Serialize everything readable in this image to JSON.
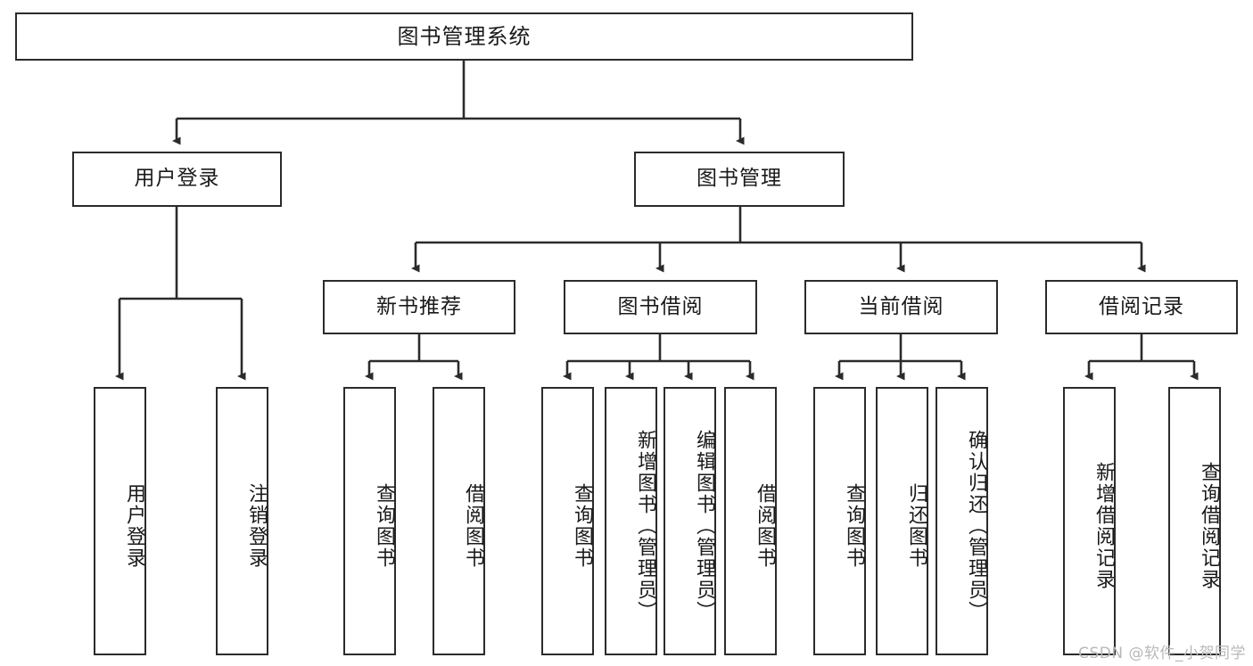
{
  "diagram": {
    "title": "图书管理系统",
    "type": "tree-hierarchy",
    "watermark": "CSDN @软件_小贺同学",
    "colors": {
      "box_border": "#2b2b2b",
      "box_fill": "#ffffff",
      "connector": "#2b2b2b",
      "text": "#1a1a1a",
      "watermark": "#b8b8b8",
      "background": "#ffffff"
    },
    "root": {
      "label": "图书管理系统"
    },
    "level2": [
      {
        "label": "用户登录"
      },
      {
        "label": "图书管理"
      }
    ],
    "level3": [
      {
        "label": "新书推荐"
      },
      {
        "label": "图书借阅"
      },
      {
        "label": "当前借阅"
      },
      {
        "label": "借阅记录"
      }
    ],
    "leaves": {
      "user_login": [
        {
          "label": "用户登录"
        },
        {
          "label": "注销登录"
        }
      ],
      "new_book_recommend": [
        {
          "label": "查询图书"
        },
        {
          "label": "借阅图书"
        }
      ],
      "book_borrow": [
        {
          "label": "查询图书"
        },
        {
          "label": "新增图书（管理员）"
        },
        {
          "label": "编辑图书（管理员）"
        },
        {
          "label": "借阅图书"
        }
      ],
      "current_borrow": [
        {
          "label": "查询图书"
        },
        {
          "label": "归还图书"
        },
        {
          "label": "确认归还（管理员）"
        }
      ],
      "borrow_records": [
        {
          "label": "新增借阅记录"
        },
        {
          "label": "查询借阅记录"
        }
      ]
    }
  }
}
